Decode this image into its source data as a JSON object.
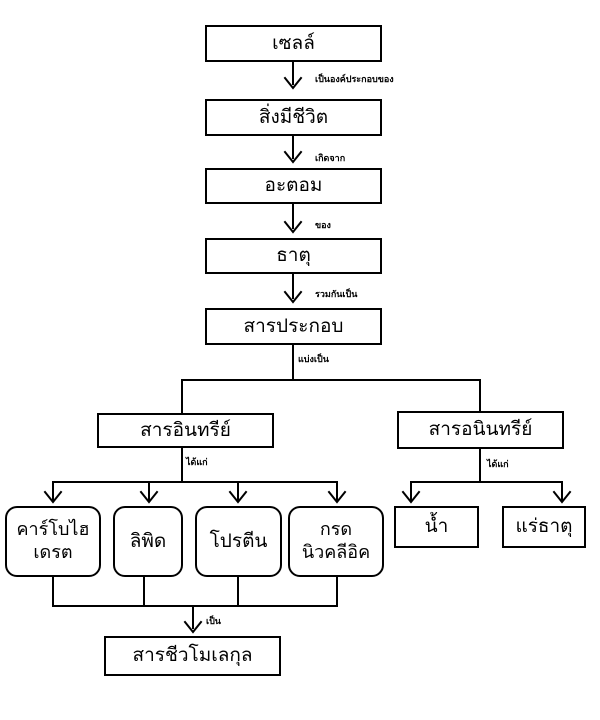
{
  "nodes": {
    "cell": "เซลล์",
    "living": "สิ่งมีชีวิต",
    "atom": "อะตอม",
    "element": "ธาตุ",
    "compound": "สารประกอบ",
    "organic": "สารอินทรีย์",
    "inorganic": "สารอนินทรีย์",
    "carbohydrate": "คาร์โบไฮ\nเดรต",
    "lipid": "ลิพิด",
    "protein": "โปรตีน",
    "nucleic": "กรด\nนิวคลีอิค",
    "water": "น้ำ",
    "mineral": "แร่ธาตุ",
    "biomolecule": "สารชีวโมเลกุล"
  },
  "edges": {
    "cell_living": "เป็นองค์ประกอบของ",
    "living_atom": "เกิดจาก",
    "atom_element": "ของ",
    "element_compound": "รวมกันเป็น",
    "compound_split": "แบ่งเป็น",
    "organic_children": "ได้แก่",
    "inorganic_children": "ได้แก่",
    "to_biomolecule": "เป็น"
  },
  "colors": {
    "line": "#000000",
    "box_border": "#000000",
    "background": "#ffffff"
  }
}
